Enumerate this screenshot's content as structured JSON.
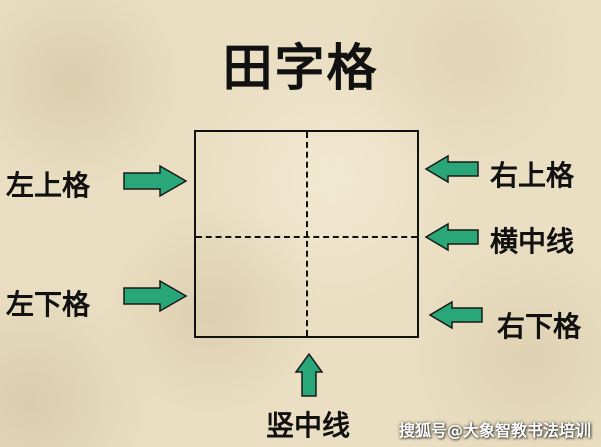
{
  "title": "田字格",
  "labels": {
    "top_left": "左上格",
    "bottom_left": "左下格",
    "top_right": "右上格",
    "horizontal_center": "横中线",
    "bottom_right": "右下格",
    "vertical_center": "竖中线"
  },
  "watermark": "搜狐号@大象智教书法培训",
  "colors": {
    "arrow_fill": "#2aa779",
    "arrow_stroke": "#1a1a1a",
    "line": "#111111",
    "background": "#eadfc3"
  }
}
